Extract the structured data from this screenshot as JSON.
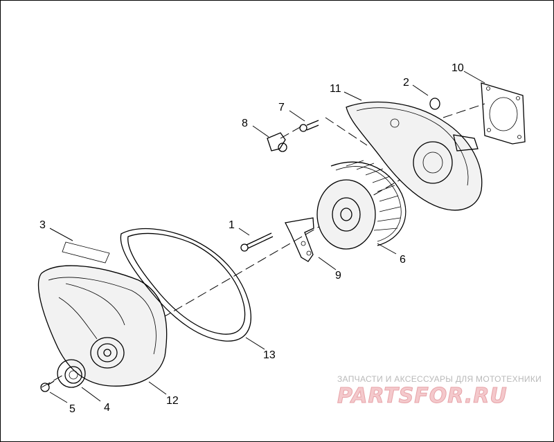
{
  "diagram": {
    "callouts": {
      "c1": "1",
      "c2": "2",
      "c3": "3",
      "c4": "4",
      "c5": "5",
      "c6": "6",
      "c7": "7",
      "c8": "8",
      "c9": "9",
      "c10": "10",
      "c11": "11",
      "c12": "12",
      "c13": "13"
    }
  },
  "watermark": {
    "tagline": "ЗАПЧАСТИ И АКСЕССУАРЫ ДЛЯ МОТОТЕХНИКИ",
    "logo": "PARTSFOR.RU",
    "color": "#f4c9cc"
  }
}
